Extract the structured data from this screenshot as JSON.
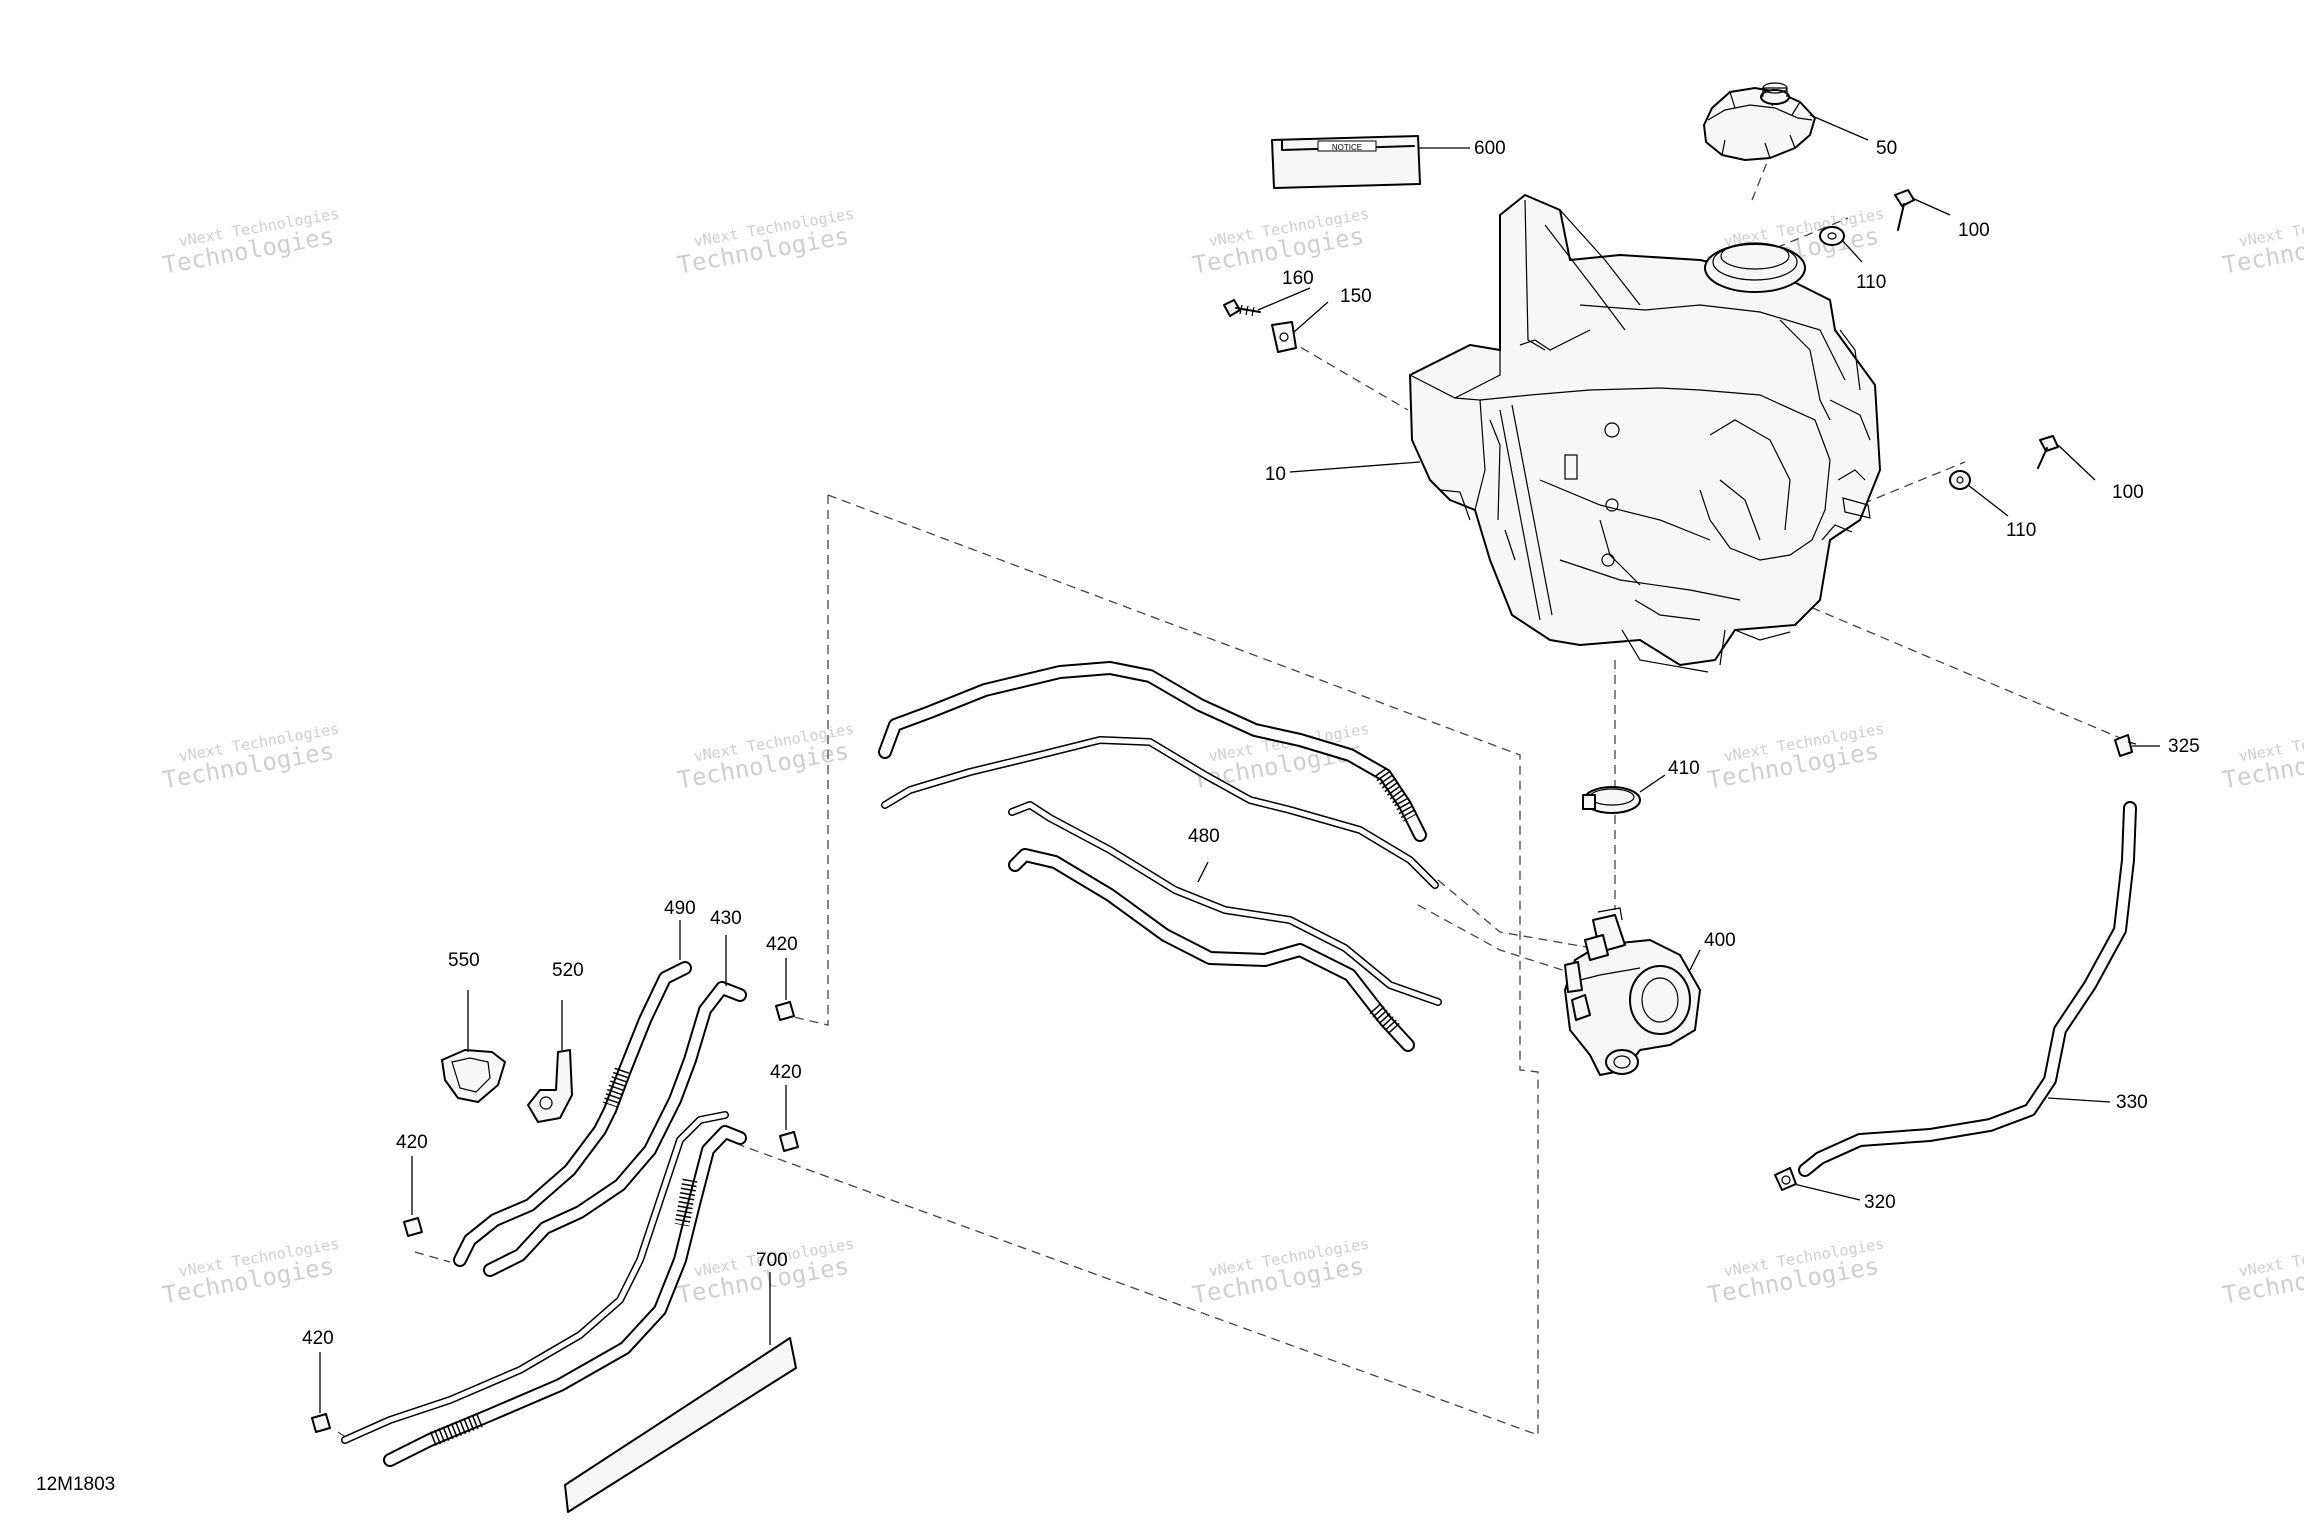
{
  "drawing_code": "12M1803",
  "decal_text": "NOTICE",
  "watermark": {
    "line1": "vNext Technologies",
    "line2": "Technologies",
    "color": "#cfcfcf"
  },
  "callouts": [
    {
      "id": "c600",
      "label": "600"
    },
    {
      "id": "c50",
      "label": "50"
    },
    {
      "id": "c100a",
      "label": "100"
    },
    {
      "id": "c110a",
      "label": "110"
    },
    {
      "id": "c160",
      "label": "160"
    },
    {
      "id": "c150",
      "label": "150"
    },
    {
      "id": "c10",
      "label": "10"
    },
    {
      "id": "c100b",
      "label": "100"
    },
    {
      "id": "c110b",
      "label": "110"
    },
    {
      "id": "c325",
      "label": "325"
    },
    {
      "id": "c410",
      "label": "410"
    },
    {
      "id": "c480",
      "label": "480"
    },
    {
      "id": "c400",
      "label": "400"
    },
    {
      "id": "c490",
      "label": "490"
    },
    {
      "id": "c430",
      "label": "430"
    },
    {
      "id": "c420a",
      "label": "420"
    },
    {
      "id": "c550",
      "label": "550"
    },
    {
      "id": "c520",
      "label": "520"
    },
    {
      "id": "c420b",
      "label": "420"
    },
    {
      "id": "c420c",
      "label": "420"
    },
    {
      "id": "c330",
      "label": "330"
    },
    {
      "id": "c320",
      "label": "320"
    },
    {
      "id": "c700",
      "label": "700"
    },
    {
      "id": "c420d",
      "label": "420"
    }
  ]
}
